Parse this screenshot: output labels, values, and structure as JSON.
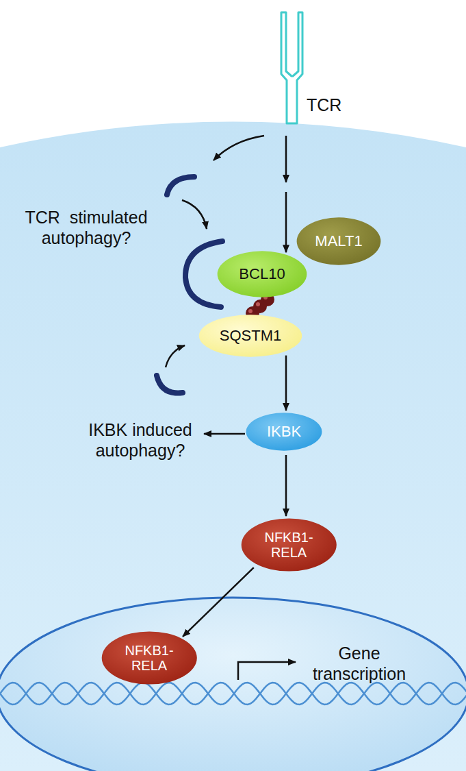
{
  "diagram": {
    "nodes": [
      {
        "text": [
          "TCR"
        ]
      },
      {
        "text": [
          "BCL10"
        ]
      },
      {
        "text": [
          "MALT1"
        ]
      },
      {
        "text": [
          "SQSTM1"
        ]
      },
      {
        "text": [
          "IKBK"
        ]
      },
      {
        "text": [
          "NFKB1-RELA"
        ]
      },
      {
        "text": [
          "NFKB1-RELA"
        ]
      }
    ],
    "edges": [
      {
        "from": 0,
        "to": 1,
        "arrow": "to"
      },
      {
        "from": 3,
        "to": 4,
        "arrow": "to"
      },
      {
        "from": 4,
        "to": 5,
        "arrow": "to"
      },
      {
        "from": 5,
        "to": 6,
        "arrow": "to"
      }
    ],
    "labels": [
      "TCR  stimulated autophagy?",
      "IKBK induced autophagy?",
      "Gene transcription"
    ]
  }
}
